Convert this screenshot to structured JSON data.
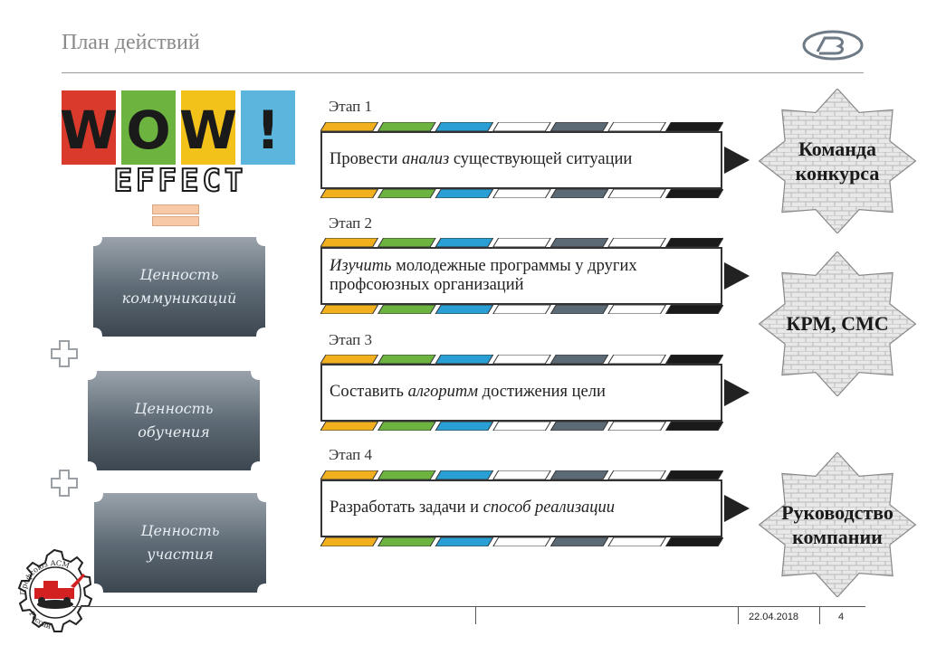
{
  "slide": {
    "title": "План действий",
    "date": "22.04.2018",
    "page_number": "4"
  },
  "logo": {
    "icon": "oval-brand-logo-icon"
  },
  "wow_graphic": {
    "letters": [
      "W",
      "O",
      "W",
      "!"
    ],
    "tile_colors": [
      "#d93a2b",
      "#6db33f",
      "#f2c21a",
      "#5bb5dc"
    ],
    "subtitle": "EFFECT"
  },
  "values": [
    {
      "line1": "Ценность",
      "line2": "коммуникаций"
    },
    {
      "line1": "Ценность",
      "line2": "обучения"
    },
    {
      "line1": "Ценность",
      "line2": "участия"
    }
  ],
  "strip_colors": [
    "#f2b01e",
    "#6db33f",
    "#2a9fd6",
    "#ffffff",
    "#5c6a75",
    "#ffffff",
    "#1a1a1a"
  ],
  "stages": [
    {
      "label": "Этап 1",
      "pre": "Провести ",
      "em": "анализ",
      "post": " существующей ситуации"
    },
    {
      "label": "Этап 2",
      "pre": "",
      "em": "Изучить",
      "post": " молодежные программы у других профсоюзных организаций"
    },
    {
      "label": "Этап 3",
      "pre": "Составить ",
      "em": "алгоритм",
      "post": " достижения цели"
    },
    {
      "label": "Этап 4",
      "pre": "Разработать задачи и ",
      "em": "способ реализации",
      "post": ""
    }
  ],
  "badges": [
    {
      "line1": "Команда",
      "line2": "конкурса"
    },
    {
      "line1": "КРМ, СМС",
      "line2": ""
    },
    {
      "line1": "Руководство",
      "line2": "компании"
    }
  ],
  "seal": {
    "top_text": "Профсоюз АСМ",
    "bottom_text": "России"
  }
}
